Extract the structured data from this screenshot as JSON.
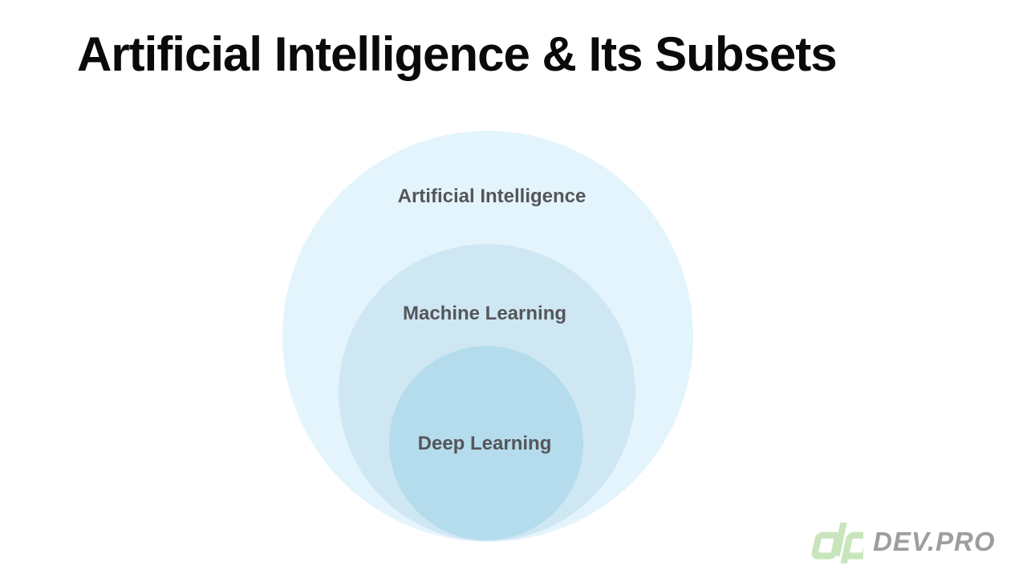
{
  "slide": {
    "title": "Artificial Intelligence & Its Subsets"
  },
  "diagram": {
    "type": "nested-circles",
    "circles": [
      {
        "label": "Artificial Intelligence",
        "color": "#e3f4fc"
      },
      {
        "label": "Machine Learning",
        "color": "#cee7f3"
      },
      {
        "label": "Deep Learning",
        "color": "#b4dcec"
      }
    ],
    "label_color": "#55565a"
  },
  "footer": {
    "brand_icon": "dp-logo-icon",
    "brand_text": "DEV.PRO",
    "brand_icon_color": "#c9e5bc",
    "brand_text_color": "#9e9e9e"
  }
}
